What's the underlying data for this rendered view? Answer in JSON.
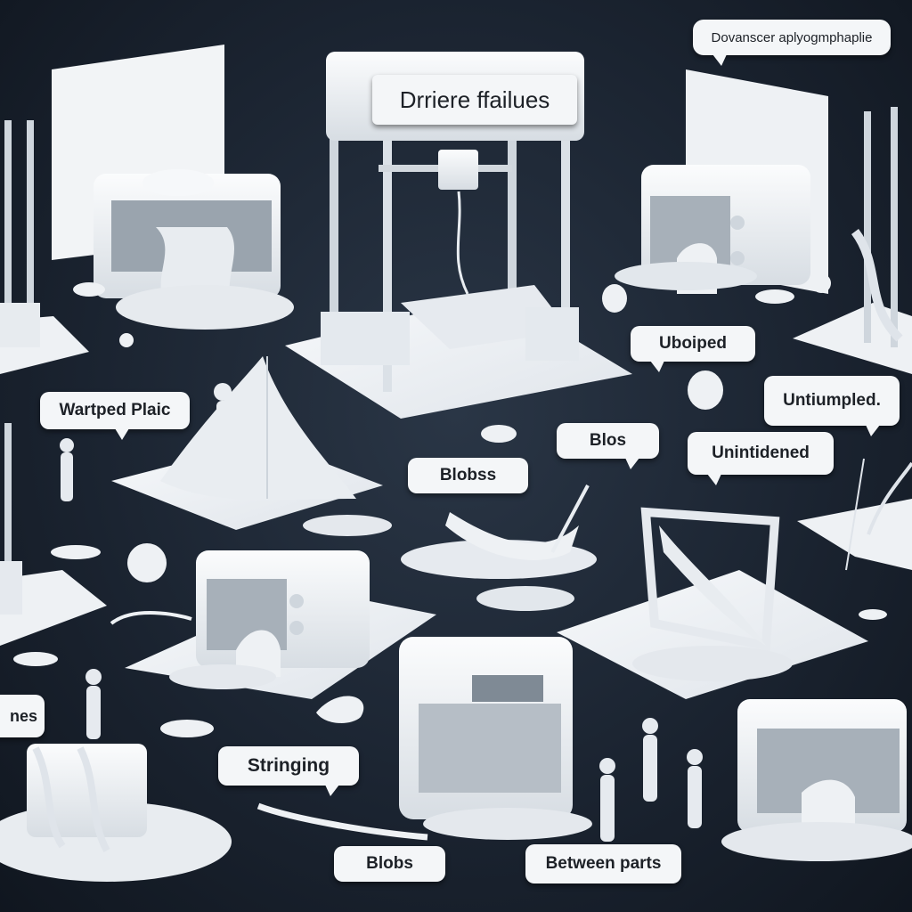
{
  "labels": {
    "title": "Drriere ffailues",
    "top_right": "Dovanscer aplyogmphaplie",
    "warped": "Wartped Plaic",
    "uboiped": "Uboiped",
    "untumpled": "Untiumpled.",
    "blos": "Blos",
    "blobss": "Blobss",
    "unintidened": "Unintidened",
    "nes": "nes",
    "stringing": "Stringing",
    "blobs": "Blobs",
    "between_parts": "Between parts"
  },
  "colors": {
    "background": "#1b2431",
    "model_white": "#eef1f4",
    "bubble": "#f4f6f8",
    "text": "#1d2127"
  }
}
